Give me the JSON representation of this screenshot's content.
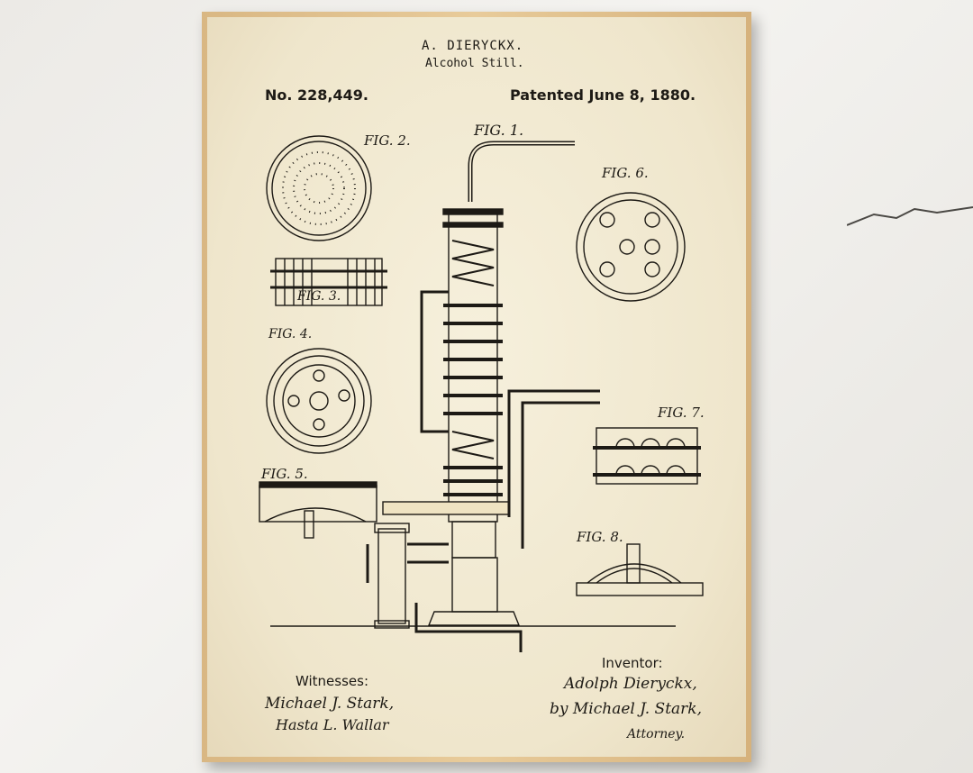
{
  "patent": {
    "inventor_name": "A. DIERYCKX.",
    "title": "Alcohol Still.",
    "number": "No. 228,449.",
    "patented": "Patented June 8, 1880."
  },
  "figures": [
    "FIG. 1.",
    "FIG. 2.",
    "FIG. 3.",
    "FIG. 4.",
    "FIG. 5.",
    "FIG. 6.",
    "FIG. 7.",
    "FIG. 8."
  ],
  "footer": {
    "witnesses_label": "Witnesses:",
    "witness_signature_1": "Michael J. Stark,",
    "witness_signature_2": "Hasta L. Wallar",
    "inventor_label": "Inventor:",
    "inventor_signature": "Adolph Dieryckx,",
    "attorney_line": "by Michael J. Stark,",
    "attorney_label": "Attorney."
  },
  "colors": {
    "ink": "#1d1a15",
    "paper": "#f2ead3",
    "frame": "#e2c28f",
    "wall": "#efeeeb"
  }
}
